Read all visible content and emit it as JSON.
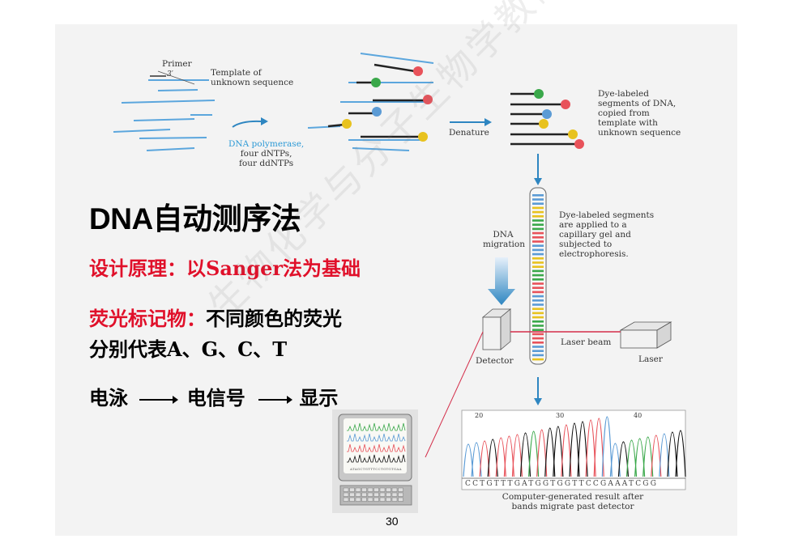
{
  "slide": {
    "title": "DNA自动测序法",
    "principle": "设计原理：以Sanger法为基础",
    "label_red": "荧光标记物：",
    "label_rest": "不同颜色的荧光",
    "label_line2": "分别代表A、G、C、T",
    "flow_a": "电泳",
    "flow_b": "电信号",
    "flow_c": "显示",
    "page_number": "30",
    "watermark": "生物化学与分子生物学教研室"
  },
  "figure": {
    "primer": "Primer",
    "three_prime": "3′",
    "template_line1": "Template of",
    "template_line2": "unknown sequence",
    "polymerase_line1": "DNA polymerase,",
    "polymerase_line2": "four dNTPs,",
    "polymerase_line3": "four ddNTPs",
    "denature": "Denature",
    "dye_line1": "Dye-labeled",
    "dye_line2": "segments of DNA,",
    "dye_line3": "copied from",
    "dye_line4": "template with",
    "dye_line5": "unknown sequence",
    "migration_line1": "DNA",
    "migration_line2": "migration",
    "capillary_line1": "Dye-labeled segments",
    "capillary_line2": "are applied to a",
    "capillary_line3": "capillary gel and",
    "capillary_line4": "subjected to",
    "capillary_line5": "electrophoresis.",
    "laser_beam": "Laser beam",
    "detector": "Detector",
    "laser": "Laser",
    "result_line1": "Computer-generated result after",
    "result_line2": "bands migrate past detector",
    "sequence": "CCTGTTTGATGGTGGTTCCGAAATCGG",
    "ticks": [
      "20",
      "30",
      "40"
    ],
    "monitor_sequence": "ATAGCTGTTTCCTGTGTGAA"
  },
  "colors": {
    "A": "#3aa84a",
    "C": "#5b9bd5",
    "G": "#e8c21e",
    "T": "#e8525a",
    "template": "#5ba6dd",
    "arrow": "#2e86c1",
    "accent_red": "#e0102a"
  }
}
